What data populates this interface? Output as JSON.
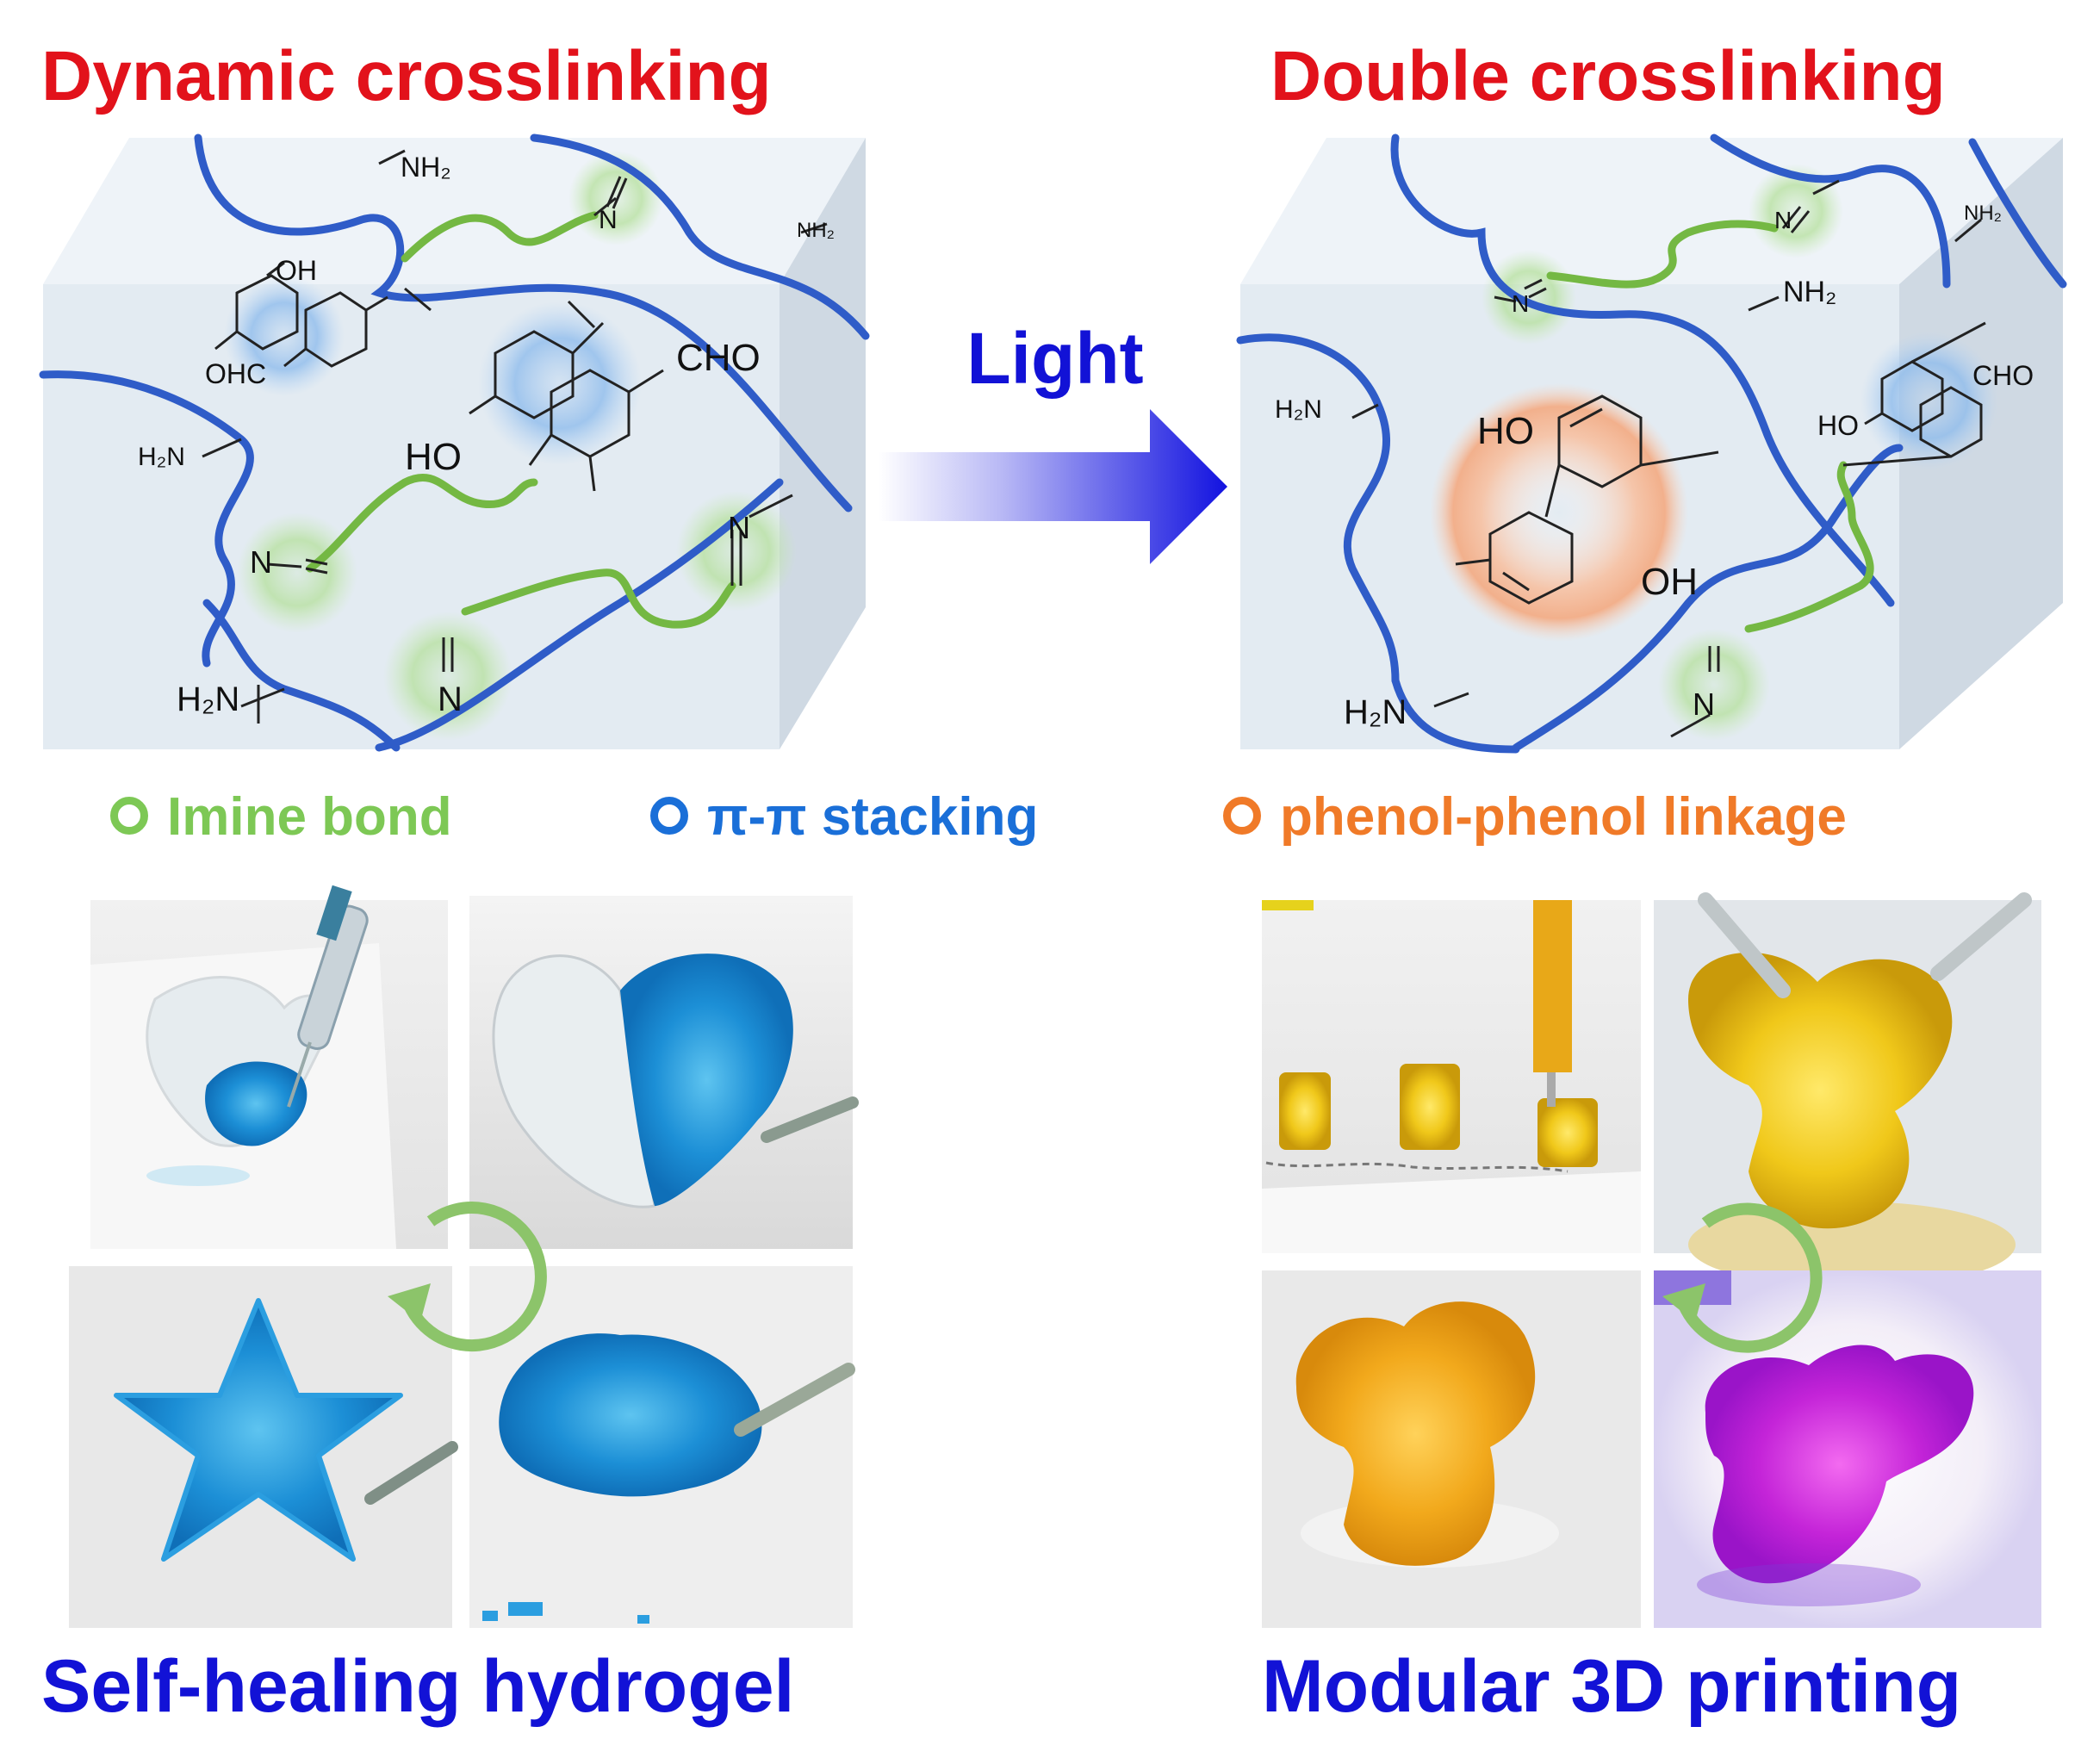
{
  "titles": {
    "dynamic": "Dynamic crosslinking",
    "double": "Double crosslinking",
    "self_healing": "Self-healing hydrogel",
    "printing": "Modular 3D printing"
  },
  "arrow": {
    "label": "Light"
  },
  "legend": [
    {
      "label": "Imine bond",
      "color": "#7dc855"
    },
    {
      "label": "π-π stacking",
      "color": "#1a6fd8"
    },
    {
      "label": "phenol-phenol linkage",
      "color": "#f07a28"
    }
  ],
  "chem": {
    "nh2": "NH₂",
    "h2n": "H₂N",
    "oh": "OH",
    "ho": "HO",
    "cho": "CHO",
    "ohc": "OHC",
    "n": "N"
  },
  "colors": {
    "polymer": "#2f5cc8",
    "imine_link": "#74b843",
    "cube_front": "#e4ecf3",
    "cube_side": "#cdd8e2",
    "title_red": "#e2121b",
    "title_blue": "#1212d6"
  }
}
